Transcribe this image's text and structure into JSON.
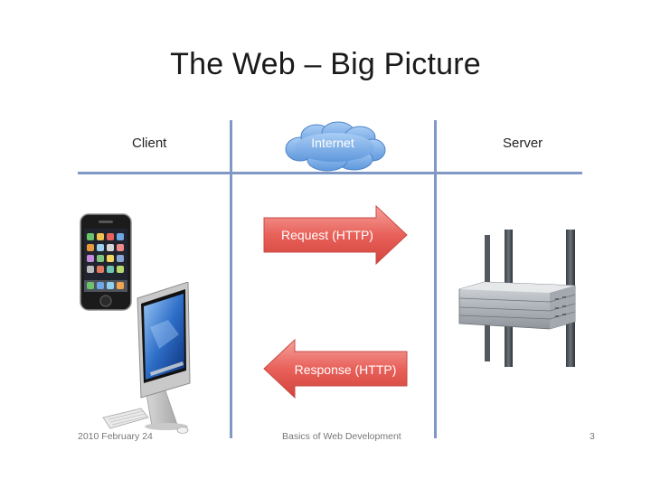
{
  "title": "The Web – Big Picture",
  "columns": {
    "client": "Client",
    "internet": "Internet",
    "server": "Server"
  },
  "arrows": {
    "request": "Request (HTTP)",
    "response": "Response (HTTP)"
  },
  "footer": {
    "date": "2010 February 24",
    "course": "Basics of Web Development",
    "page": "3"
  },
  "colors": {
    "gridline": "#7f98c4",
    "cloud": "#6ea6e6",
    "arrow": "#e8615a"
  },
  "icons": {
    "phone": "smartphone-icon",
    "desktop": "desktop-computer-icon",
    "server": "server-rack-icon",
    "cloud": "cloud-icon"
  }
}
